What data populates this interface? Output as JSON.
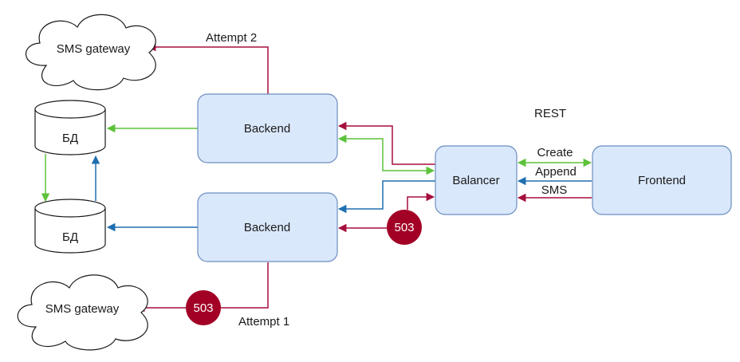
{
  "colors": {
    "box_fill": "#dae8fc",
    "box_stroke": "#6c8ebf",
    "red": "#a50f3c",
    "green": "#5cc23a",
    "blue": "#1f6fb0",
    "badge": "#a20025"
  },
  "nodes": {
    "sms_top": "SMS gateway",
    "sms_bottom": "SMS gateway",
    "db_top": "БД",
    "db_bottom": "БД",
    "backend_top": "Backend",
    "backend_bottom": "Backend",
    "balancer": "Balancer",
    "frontend": "Frontend"
  },
  "labels": {
    "attempt2": "Attempt 2",
    "attempt1": "Attempt 1",
    "rest": "REST",
    "create": "Create",
    "append": "Append",
    "sms": "SMS"
  },
  "badges": {
    "balancer_503": "503",
    "gateway_503": "503"
  }
}
